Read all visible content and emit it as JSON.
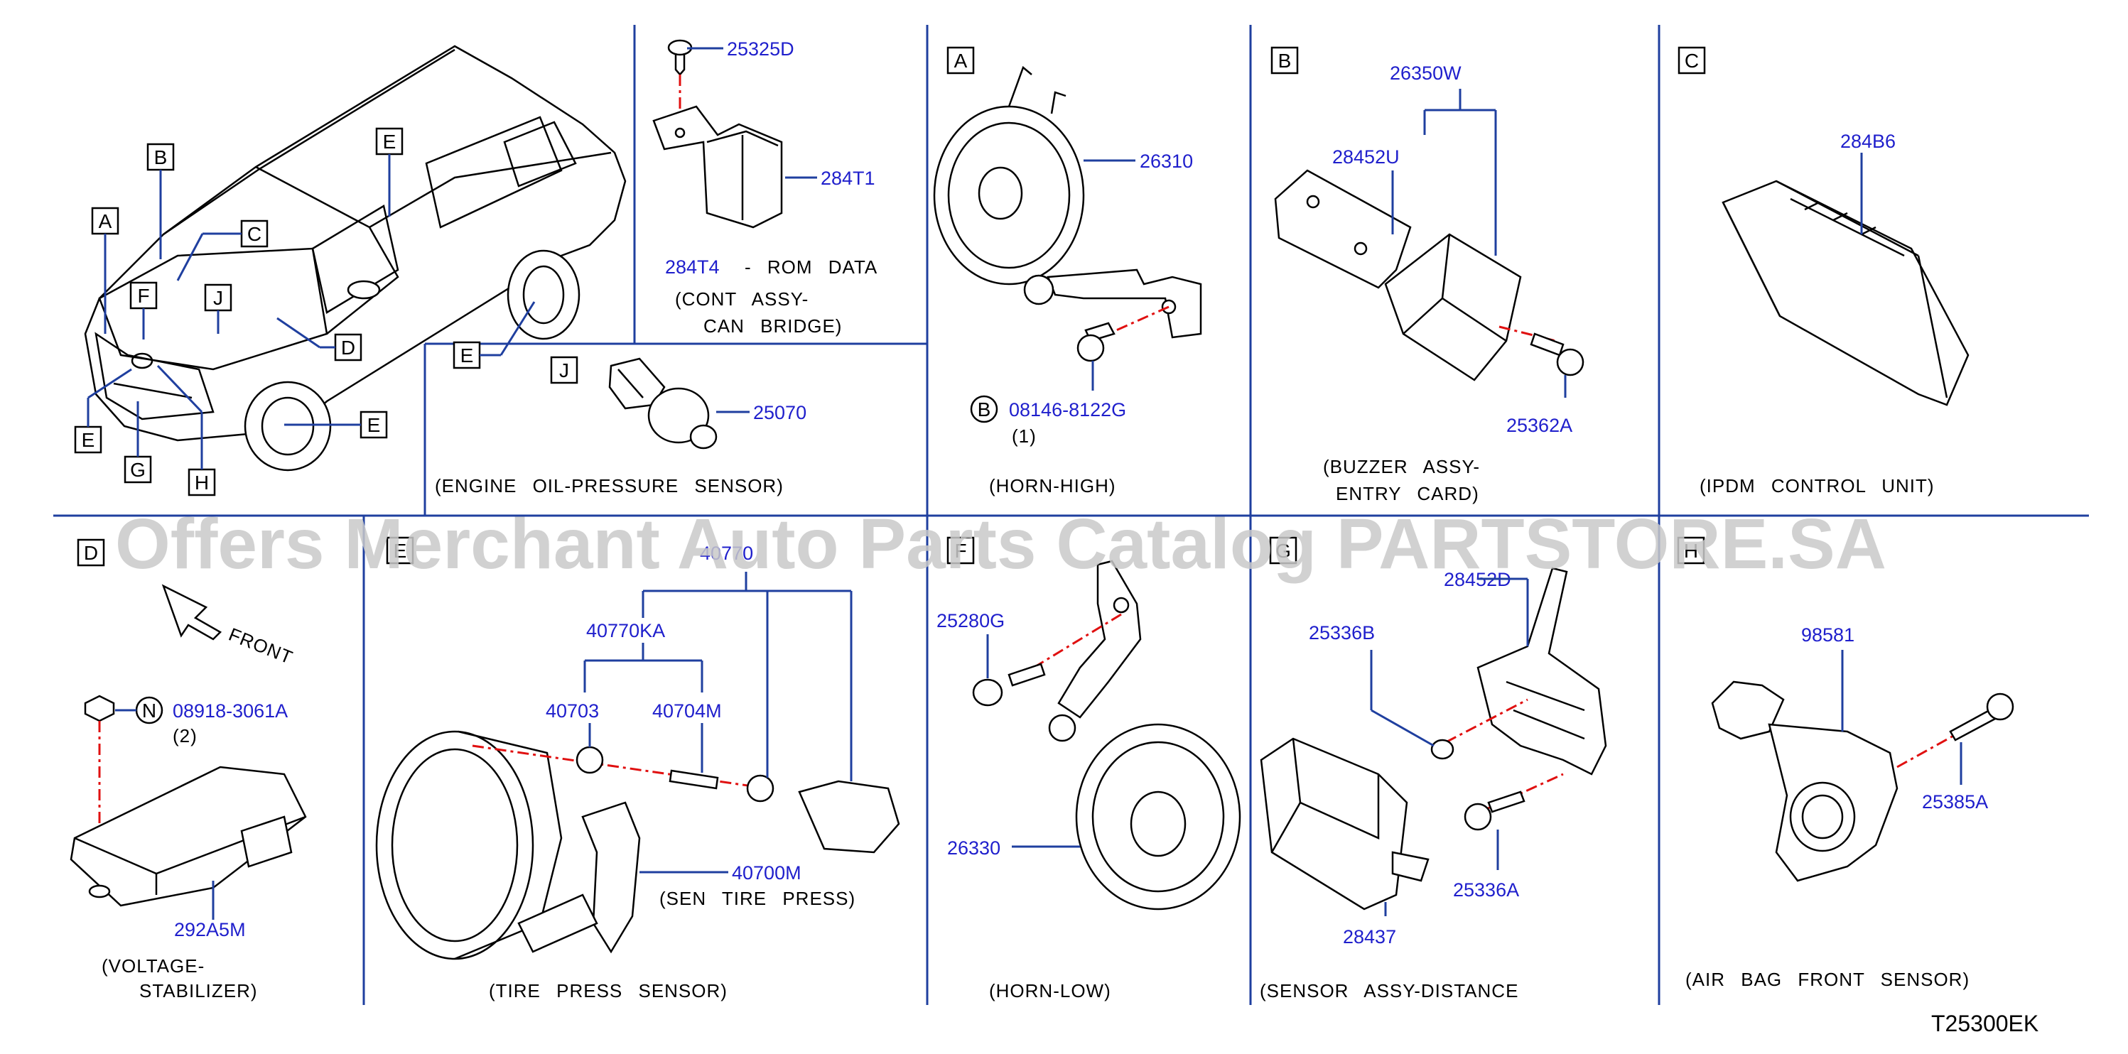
{
  "diagram_code": "T25300EK",
  "watermark": "Offers Merchant Auto Parts Catalog PARTSTORE.SA",
  "panels": {
    "vehicle": {
      "callouts": [
        "A",
        "B",
        "C",
        "D",
        "E",
        "E",
        "E",
        "E",
        "F",
        "G",
        "H",
        "J"
      ]
    },
    "rom": {
      "parts": [
        "25325D",
        "284T1"
      ],
      "label_num": "284T4",
      "label_rest": "- ROM DATA",
      "caption1": "(CONT ASSY-",
      "caption2": "CAN BRIDGE)"
    },
    "oil": {
      "box": "J",
      "parts": [
        "25070"
      ],
      "caption": "(ENGINE OIL-PRESSURE SENSOR)"
    },
    "horn_high": {
      "box": "A",
      "parts": [
        "26310",
        "08146-8122G"
      ],
      "circle": "B",
      "qty": "(1)",
      "caption": "(HORN-HIGH)"
    },
    "buzzer": {
      "box": "B",
      "parts": [
        "26350W",
        "28452U",
        "25362A"
      ],
      "caption1": "(BUZZER ASSY-",
      "caption2": "ENTRY CARD)"
    },
    "ipdm": {
      "box": "C",
      "parts": [
        "284B6"
      ],
      "caption": "(IPDM CONTROL UNIT)"
    },
    "stabilizer": {
      "box": "D",
      "front": "FRONT",
      "parts": [
        "08918-3061A",
        "292A5M"
      ],
      "circle": "N",
      "qty": "(2)",
      "caption1": "(VOLTAGE-",
      "caption2": "STABILIZER)"
    },
    "tire": {
      "box": "E",
      "parts": [
        "40770",
        "40770KA",
        "40703",
        "40704M",
        "40700M"
      ],
      "caption_sen": "(SEN TIRE PRESS)",
      "caption": "(TIRE PRESS SENSOR)"
    },
    "horn_low": {
      "box": "F",
      "parts": [
        "25280G",
        "26330"
      ],
      "caption": "(HORN-LOW)"
    },
    "distance": {
      "box": "G",
      "parts": [
        "28452D",
        "25336B",
        "25336A",
        "28437"
      ],
      "caption": "(SENSOR ASSY-DISTANCE"
    },
    "airbag": {
      "box": "H",
      "parts": [
        "98581",
        "25385A"
      ],
      "caption": "(AIR BAG FRONT SENSOR)"
    }
  }
}
